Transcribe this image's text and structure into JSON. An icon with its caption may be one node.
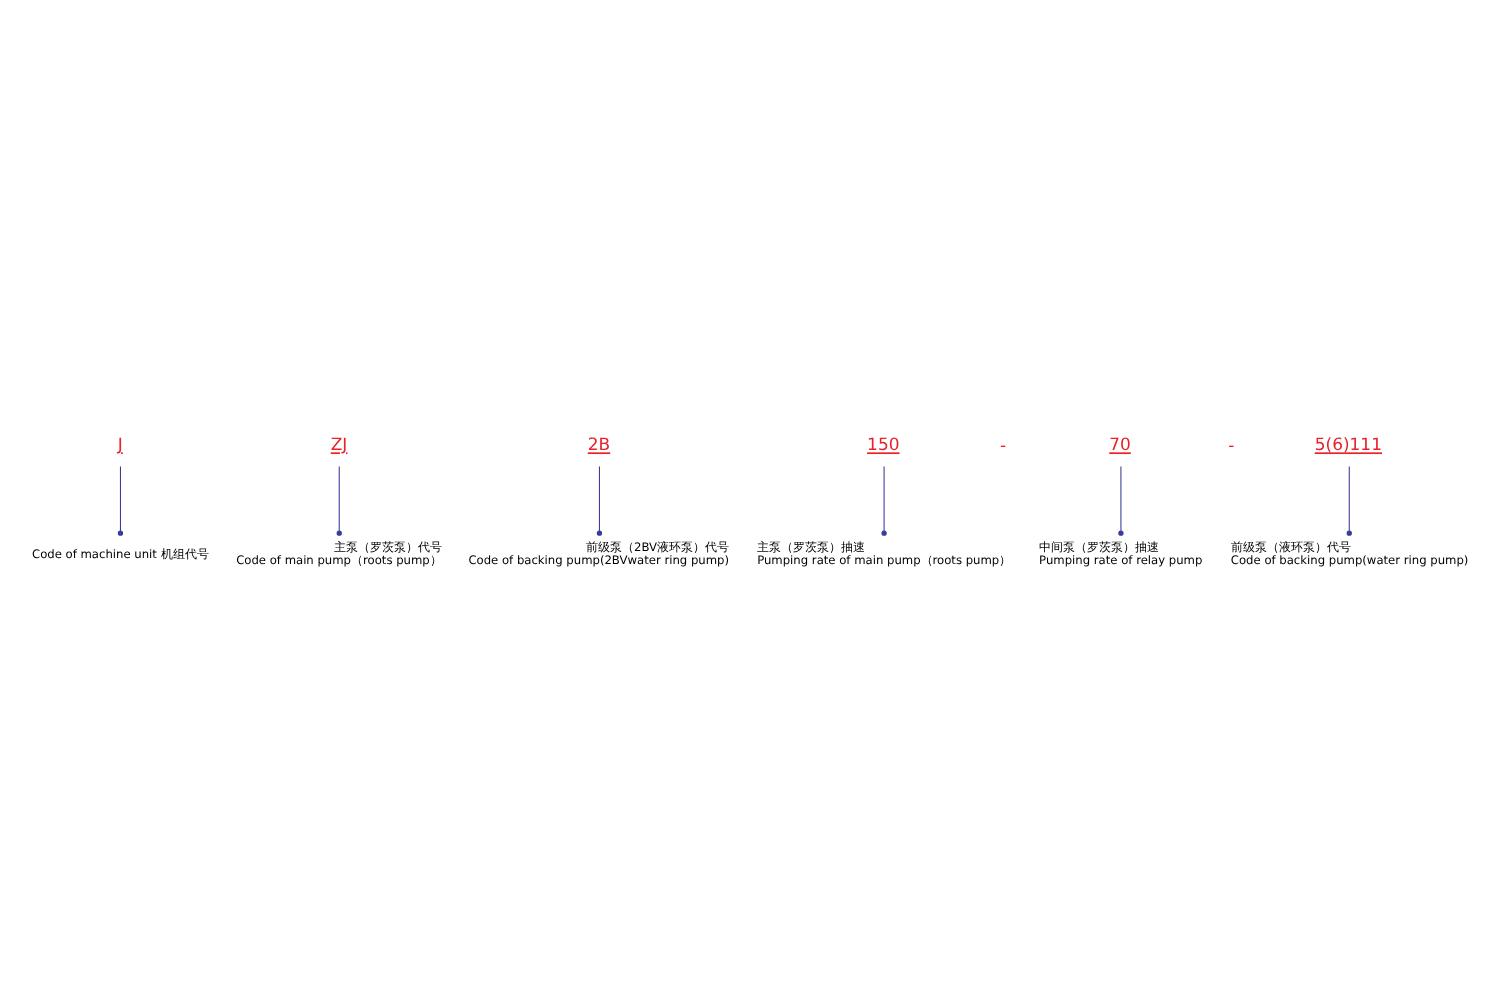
{
  "diagram": {
    "nodes": [
      {
        "text": [
          "J"
        ]
      },
      {
        "text": [
          "ZJ"
        ]
      },
      {
        "text": [
          "2B"
        ]
      },
      {
        "text": [
          "150"
        ]
      },
      {
        "text": [
          "70"
        ]
      },
      {
        "text": [
          "5(6)111"
        ]
      },
      {
        "text": [
          "Code of machine unit 机组代号"
        ]
      },
      {
        "text": [
          "主泵（罗茨泵）代号",
          "Code of main pump（roots pump）"
        ]
      },
      {
        "text": [
          "前级泵（2BV液环泵）代号",
          "Code of backing pump(2BVwater ring pump)"
        ]
      },
      {
        "text": [
          "前级泵（液环泵）代号",
          "Code of backing pump(water ring pump)"
        ]
      },
      {
        "text": [
          "中间泵（罗茨泵）抽速",
          "Pumping rate of relay pump"
        ]
      },
      {
        "text": [
          "主泵（罗茨泵）抽速",
          "Pumping rate of main pump（roots pump）"
        ]
      }
    ],
    "edges": [
      {
        "from": 0,
        "to": 6,
        "arrow": "other"
      },
      {
        "from": 1,
        "to": 7,
        "arrow": "other"
      },
      {
        "from": 2,
        "to": 8,
        "arrow": "other"
      },
      {
        "from": 5,
        "to": 9,
        "arrow": "other"
      },
      {
        "from": 4,
        "to": 10,
        "arrow": "other"
      },
      {
        "from": 3,
        "to": 11,
        "arrow": "other"
      }
    ],
    "labels": [
      "-",
      "-"
    ]
  }
}
